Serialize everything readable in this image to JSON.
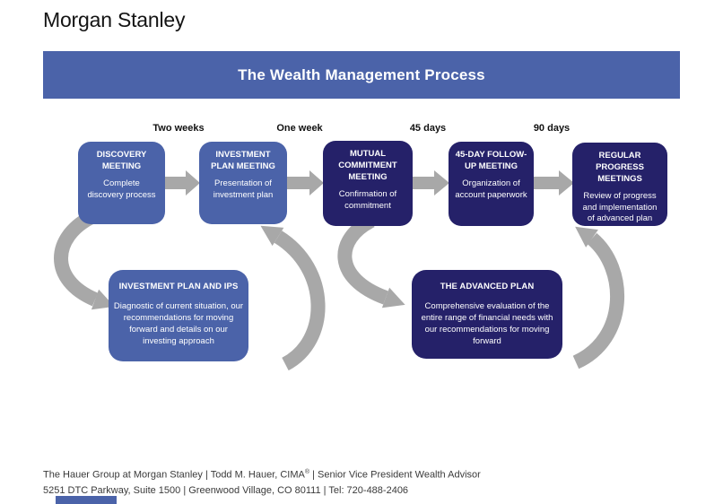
{
  "logo": {
    "text": "Morgan Stanley"
  },
  "banner": {
    "title": "The Wealth Management Process"
  },
  "interval_labels": [
    "Two weeks",
    "One week",
    "45 days",
    "90 days"
  ],
  "process_steps": [
    {
      "title": "DISCOVERY MEETING",
      "description": "Complete discovery process"
    },
    {
      "title": "INVESTMENT PLAN MEETING",
      "description": "Presentation of investment plan"
    },
    {
      "title": "MUTUAL COMMITMENT MEETING",
      "description": "Confirmation of commitment"
    },
    {
      "title": "45-DAY FOLLOW-UP MEETING",
      "description": "Organization of account paperwork"
    },
    {
      "title": "REGULAR PROGRESS MEETINGS",
      "description": "Review of progress and implementation of advanced plan"
    }
  ],
  "detail_boxes": [
    {
      "title": "INVESTMENT PLAN AND IPS",
      "description": "Diagnostic of current situation, our recommendations for moving forward and details on our investing approach"
    },
    {
      "title": "THE ADVANCED PLAN",
      "description": "Comprehensive evaluation of the entire range of financial needs with our recommendations for moving forward"
    }
  ],
  "footer": {
    "line1_before_sup": "The Hauer Group at Morgan Stanley | Todd M. Hauer, CIMA",
    "line1_sup": "®",
    "line1_after_sup": " | Senior Vice President Wealth Advisor",
    "line2": "5251 DTC Parkway, Suite 1500 | Greenwood Village, CO 80111 | Tel: 720-488-2406"
  },
  "colors": {
    "banner_blue": "#4b63a9",
    "step_blue": "#4b63a9",
    "step_navy": "#252169",
    "arrow_gray": "#a8a8a8"
  }
}
